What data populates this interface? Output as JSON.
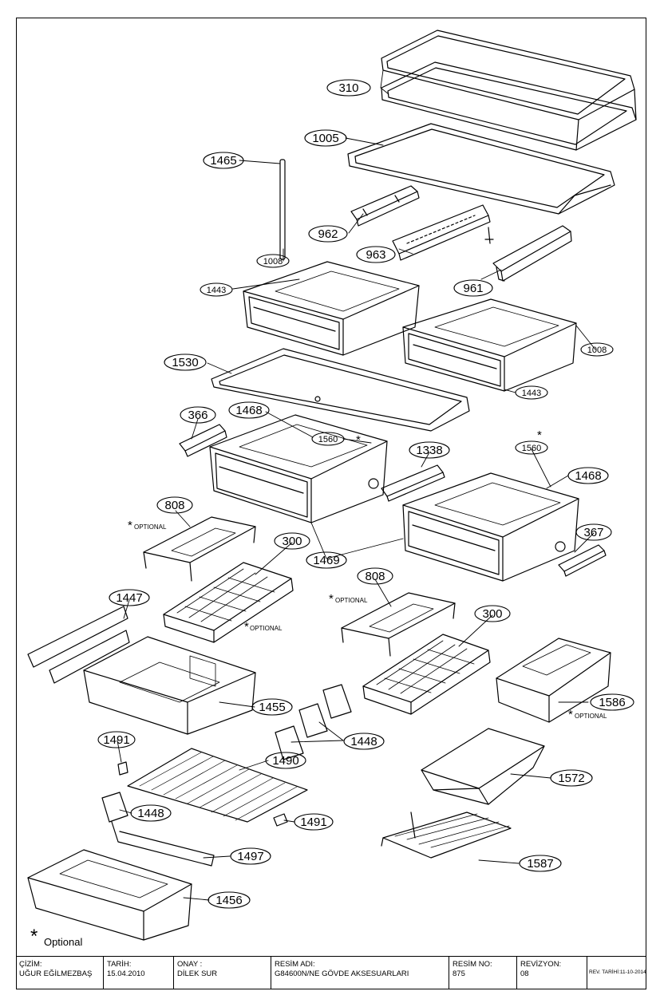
{
  "callouts": [
    {
      "id": "c310",
      "label": "310"
    },
    {
      "id": "c1005",
      "label": "1005"
    },
    {
      "id": "c1465",
      "label": "1465"
    },
    {
      "id": "c962",
      "label": "962"
    },
    {
      "id": "c963",
      "label": "963"
    },
    {
      "id": "c1008a",
      "label": "1008"
    },
    {
      "id": "c961",
      "label": "961"
    },
    {
      "id": "c1443a",
      "label": "1443"
    },
    {
      "id": "c1008b",
      "label": "1008"
    },
    {
      "id": "c1530",
      "label": "1530"
    },
    {
      "id": "c1443b",
      "label": "1443"
    },
    {
      "id": "c366",
      "label": "366"
    },
    {
      "id": "c1468a",
      "label": "1468"
    },
    {
      "id": "c1560a",
      "label": "1560"
    },
    {
      "id": "c1338",
      "label": "1338"
    },
    {
      "id": "c1560b",
      "label": "1560"
    },
    {
      "id": "c1468b",
      "label": "1468"
    },
    {
      "id": "c808a",
      "label": "808"
    },
    {
      "id": "c300a",
      "label": "300"
    },
    {
      "id": "c1469",
      "label": "1469"
    },
    {
      "id": "c367",
      "label": "367"
    },
    {
      "id": "c1447",
      "label": "1447"
    },
    {
      "id": "c808b",
      "label": "808"
    },
    {
      "id": "c300b",
      "label": "300"
    },
    {
      "id": "c1455",
      "label": "1455"
    },
    {
      "id": "c1586",
      "label": "1586"
    },
    {
      "id": "c1491a",
      "label": "1491"
    },
    {
      "id": "c1448a",
      "label": "1448"
    },
    {
      "id": "c1490",
      "label": "1490"
    },
    {
      "id": "c1572",
      "label": "1572"
    },
    {
      "id": "c1448b",
      "label": "1448"
    },
    {
      "id": "c1491b",
      "label": "1491"
    },
    {
      "id": "c1497",
      "label": "1497"
    },
    {
      "id": "c1587",
      "label": "1587"
    },
    {
      "id": "c1456",
      "label": "1456"
    }
  ],
  "optional_marks": {
    "optional_label": "OPTIONAL",
    "star": "*"
  },
  "legend": {
    "star": "*",
    "text": "Optional"
  },
  "title_block": {
    "cizim_label": "ÇİZİM:",
    "cizim_value": "UĞUR EĞİLMEZBAŞ",
    "tarih_label": "TARİH:",
    "tarih_value": "15.04.2010",
    "onay_label": "ONAY :",
    "onay_value": "DİLEK SUR",
    "resim_adi_label": "RESİM ADI:",
    "resim_adi_value": "G84600N/NE GÖVDE AKSESUARLARI",
    "resim_no_label": "RESİM NO:",
    "resim_no_value": "875",
    "revizyon_label": "REVİZYON:",
    "revizyon_value": "08",
    "rev_tarih": "REV. TARİHİ:11-10-2014"
  }
}
